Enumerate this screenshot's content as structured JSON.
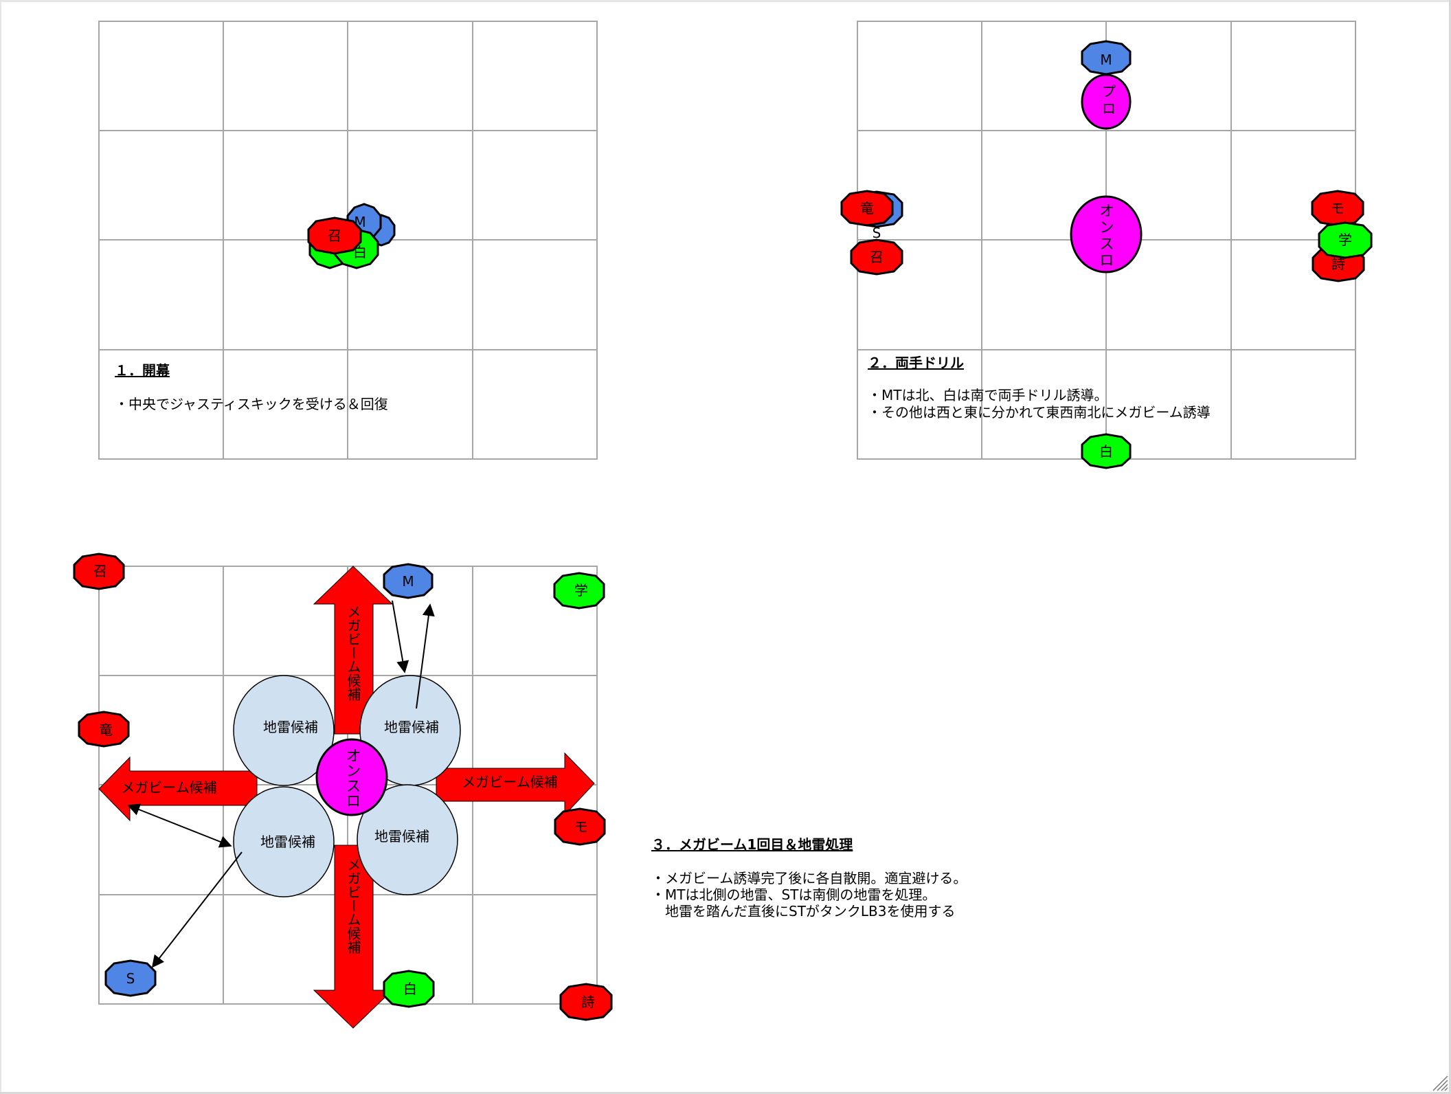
{
  "colors": {
    "red": "#ff0000",
    "blue": "#4f86e6",
    "green": "#00ff00",
    "magenta": "#ff00ff",
    "mine": "#cfe0f1",
    "grid": "#a6a6a6",
    "outline": "#000000"
  },
  "panel1": {
    "title": "１．開幕",
    "lines": [
      "・中央でジャスティスキックを受ける＆回復"
    ],
    "tokens": {
      "m": "M",
      "sho": "召",
      "haku": "白"
    }
  },
  "panel2": {
    "title": "２．両手ドリル",
    "lines": [
      "・MTは北、白は南で両手ドリル誘導。",
      "・その他は西と東に分かれて東西南北にメガビーム誘導"
    ],
    "boss": "オンスロ",
    "tokens": {
      "m": "M",
      "pro": "プロ",
      "ryu": "竜",
      "s": "S",
      "sho": "召",
      "mo": "モ",
      "gaku": "学",
      "shi": "詩",
      "haku": "白"
    }
  },
  "panel3": {
    "title": "３．メガビーム1回目＆地雷処理",
    "lines": [
      "・メガビーム誘導完了後に各自散開。適宜避ける。",
      "・MTは北側の地雷、STは南側の地雷を処理。",
      "　地雷を踏んだ直後にSTがタンクLB3を使用する"
    ],
    "boss": "オンスロ",
    "mine_label": "地雷候補",
    "beam_label": "メガビーム候補",
    "tokens": {
      "sho": "召",
      "m": "M",
      "gaku": "学",
      "ryu": "竜",
      "mo": "モ",
      "s": "S",
      "haku": "白",
      "shi": "詩"
    }
  }
}
